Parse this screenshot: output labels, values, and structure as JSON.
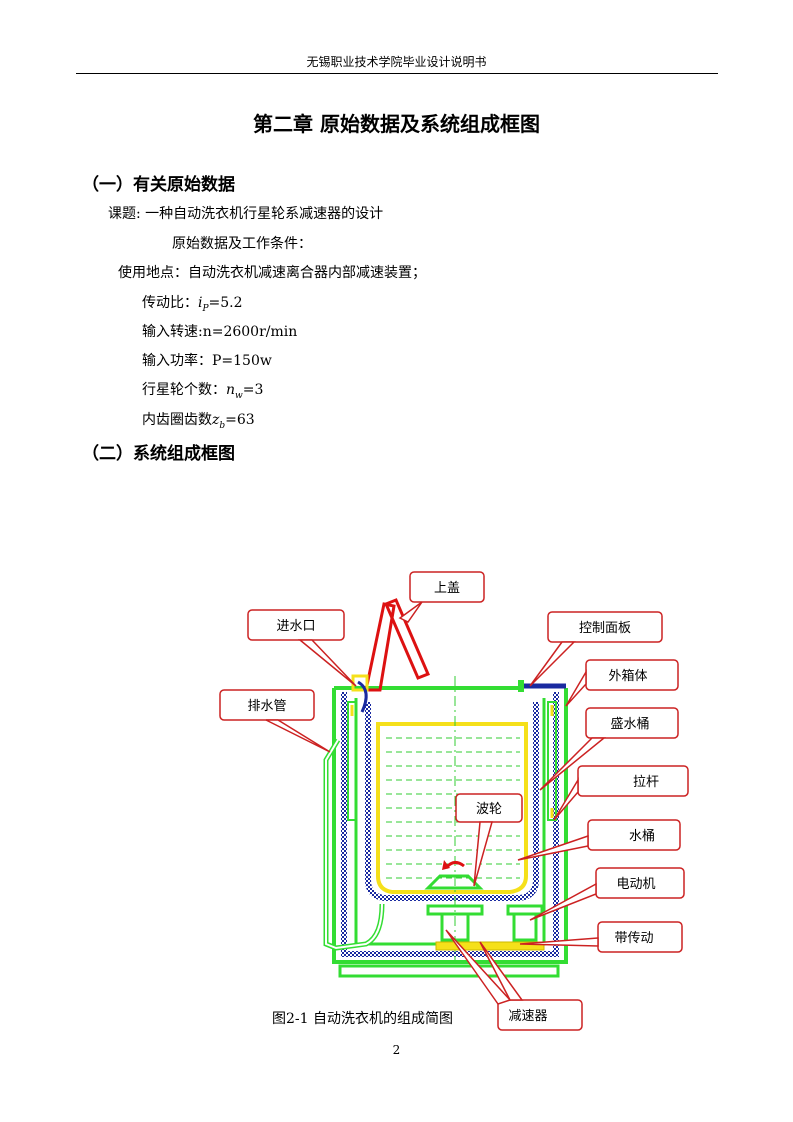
{
  "header": "无锡职业技术学院毕业设计说明书",
  "chapter_title": "第二章 原始数据及系统组成框图",
  "section1": {
    "heading": "（一）有关原始数据",
    "topic": "课题: 一种自动洗衣机行星轮系减速器的设计",
    "conditions": "原始数据及工作条件：",
    "location": "使用地点：自动洗衣机减速离合器内部减速装置；",
    "ratio_label": "传动比：",
    "ratio_sym": "i",
    "ratio_sub": "P",
    "ratio_val": "=5.2",
    "speed": "输入转速:n=2600r/min",
    "power": "输入功率：P=150w",
    "planets_label": "行星轮个数：",
    "planets_sym": "n",
    "planets_sub": "w",
    "planets_val": "=3",
    "teeth_label": "内齿圈齿数",
    "teeth_sym": "z",
    "teeth_sub": "b",
    "teeth_val": "=63"
  },
  "section2": {
    "heading": "（二）系统组成框图"
  },
  "figure": {
    "labels": {
      "lid": "上盖",
      "inlet": "进水口",
      "panel": "控制面板",
      "drain": "排水管",
      "cabinet": "外箱体",
      "outer_tub": "盛水桶",
      "rod": "拉杆",
      "impeller": "波轮",
      "tub": "水桶",
      "motor": "电动机",
      "belt": "带传动",
      "reducer": "减速器"
    },
    "caption": "图2-1 自动洗衣机的组成简图"
  },
  "page_number": "2"
}
